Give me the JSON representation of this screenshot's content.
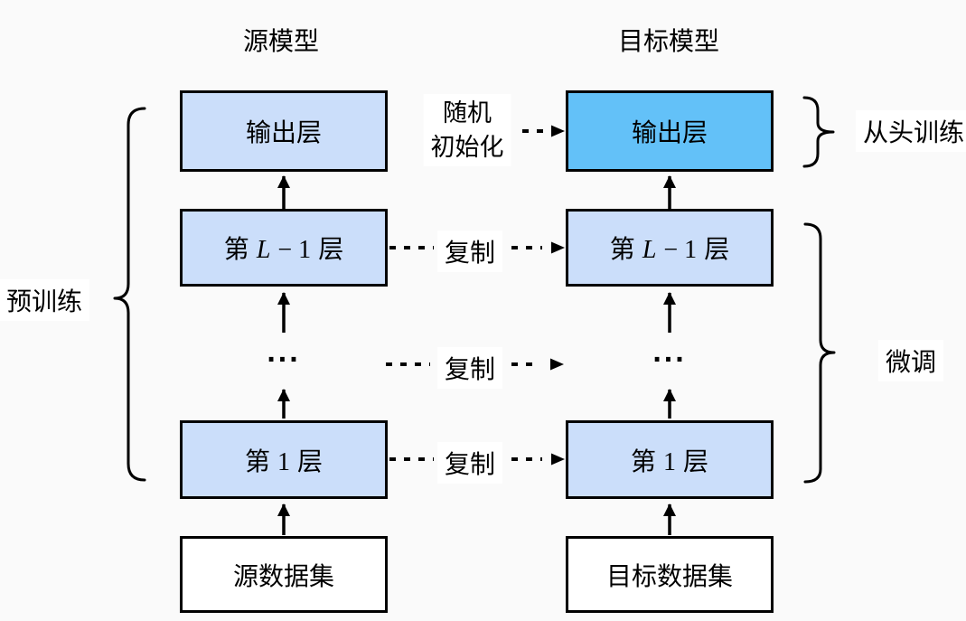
{
  "colors": {
    "background": "#fafafa",
    "layer_fill": "#cbdefa",
    "target_output_fill": "#63c1f8",
    "dataset_fill": "#ffffff",
    "label_bg": "#ffffff",
    "line": "#000000"
  },
  "headers": {
    "source": "源模型",
    "target": "目标模型"
  },
  "source_model": {
    "output_layer": "输出层",
    "layer_l_minus_1": {
      "prefix": "第",
      "var": "L",
      "rest": "− 1",
      "suffix": "层"
    },
    "ellipsis": "...",
    "layer_1": {
      "prefix": "第",
      "num": "1",
      "suffix": "层"
    },
    "dataset": "源数据集"
  },
  "target_model": {
    "output_layer": "输出层",
    "layer_l_minus_1": {
      "prefix": "第",
      "var": "L",
      "rest": "− 1",
      "suffix": "层"
    },
    "ellipsis": "...",
    "layer_1": {
      "prefix": "第",
      "num": "1",
      "suffix": "层"
    },
    "dataset": "目标数据集"
  },
  "connections": {
    "random_init_line1": "随机",
    "random_init_line2": "初始化",
    "copy_l_minus_1": "复制",
    "copy_ellipsis": "复制",
    "copy_layer_1": "复制"
  },
  "annotations": {
    "pretrain": "预训练",
    "train_from_scratch": "从头训练",
    "finetune": "微调"
  }
}
